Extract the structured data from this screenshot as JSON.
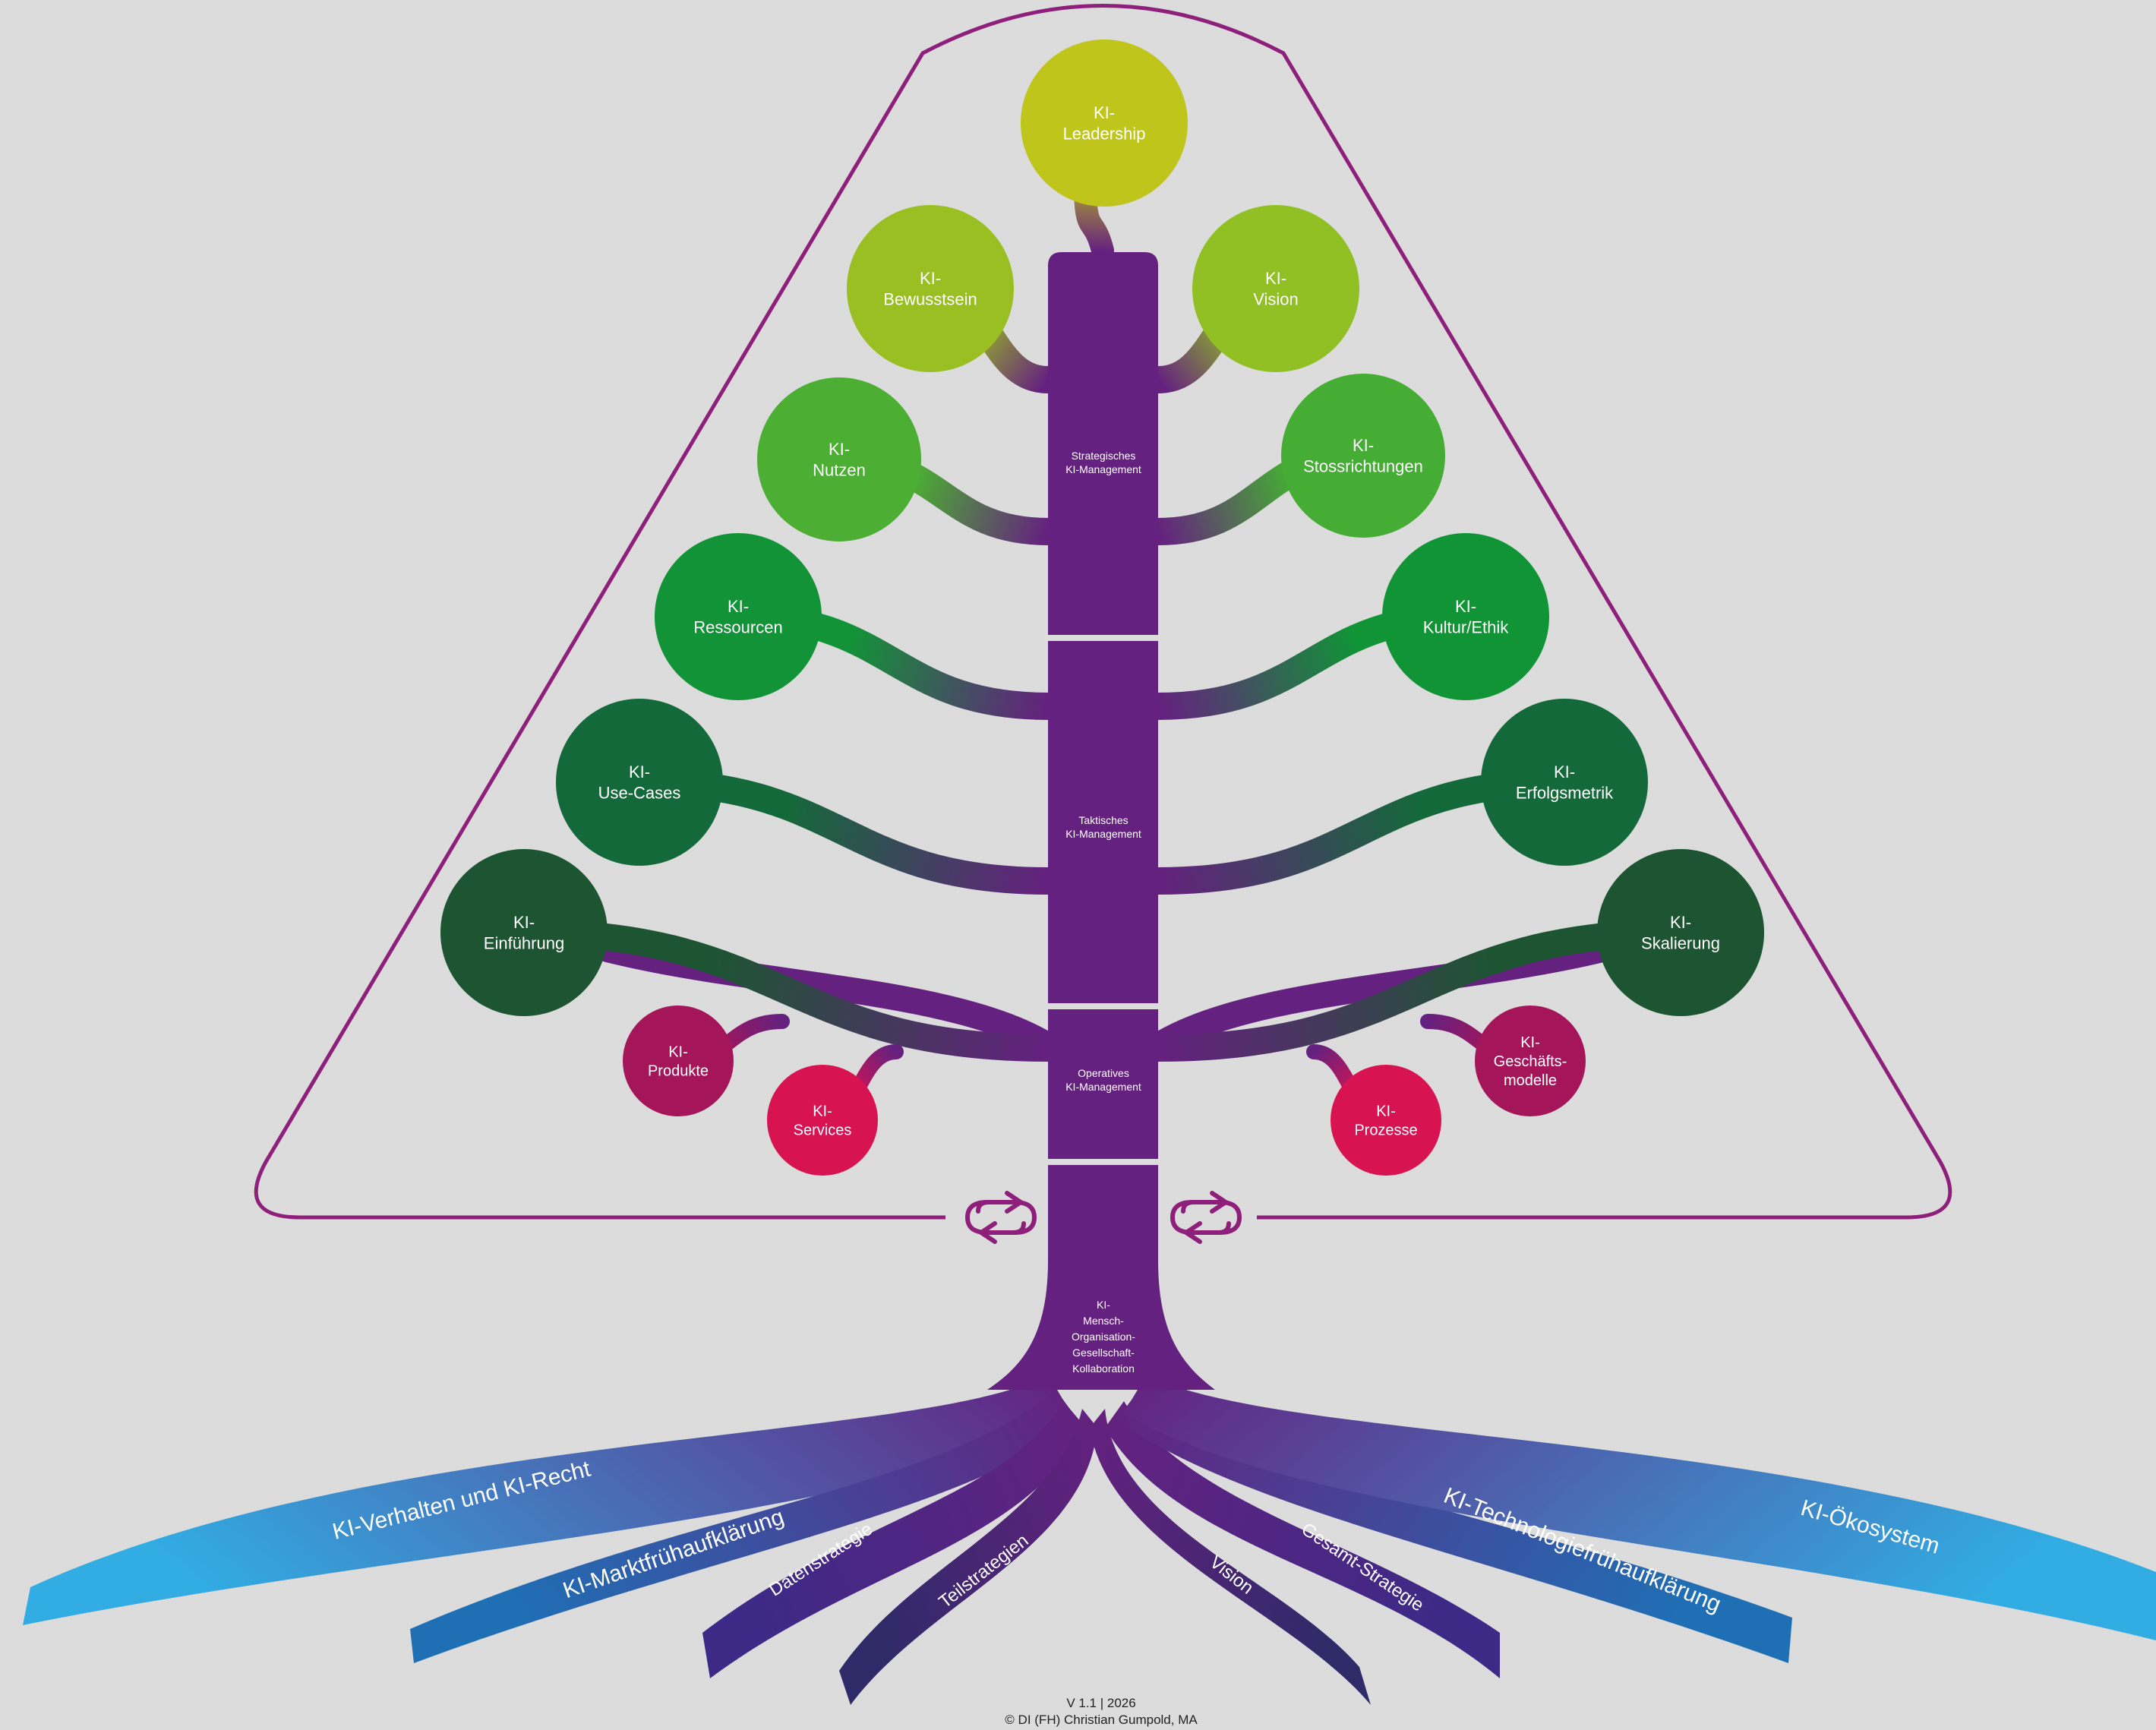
{
  "diagram": {
    "colors": {
      "background": "#dcdcdc",
      "trunk": "#65217f",
      "outline": "#8e1f7a",
      "root_light_blue": "#31ade3",
      "root_mid_blue": "#1f6fb5",
      "root_dark": "#3a2a72"
    },
    "trunk_sections": [
      {
        "id": "strategic",
        "lines": [
          "Strategisches",
          "KI-Management"
        ]
      },
      {
        "id": "tactical",
        "lines": [
          "Taktisches",
          "KI-Management"
        ]
      },
      {
        "id": "operative",
        "lines": [
          "Operatives",
          "KI-Management"
        ]
      }
    ],
    "trunk_base_label": [
      "KI-",
      "Mensch-",
      "Organisation-",
      "Gesellschaft-",
      "Kollaboration"
    ],
    "cycle_icons": [
      "cycle-icon-left",
      "cycle-icon-right"
    ],
    "nodes": [
      {
        "id": "leadership",
        "lines": [
          "KI-",
          "Leadership"
        ],
        "color": "#bfc51a"
      },
      {
        "id": "bewusstsein",
        "lines": [
          "KI-",
          "Bewusstsein"
        ],
        "color": "#9abf22"
      },
      {
        "id": "vision-top",
        "lines": [
          "KI-",
          "Vision"
        ],
        "color": "#90c024"
      },
      {
        "id": "nutzen",
        "lines": [
          "KI-",
          "Nutzen"
        ],
        "color": "#4cae33"
      },
      {
        "id": "stossrichtungen",
        "lines": [
          "KI-",
          "Stossrichtungen"
        ],
        "color": "#45ad34"
      },
      {
        "id": "ressourcen",
        "lines": [
          "KI-",
          "Ressourcen"
        ],
        "color": "#139337"
      },
      {
        "id": "kultur-ethik",
        "lines": [
          "KI-",
          "Kultur/Ethik"
        ],
        "color": "#109436"
      },
      {
        "id": "use-cases",
        "lines": [
          "KI-",
          "Use-Cases"
        ],
        "color": "#14693a"
      },
      {
        "id": "erfolgsmetrik",
        "lines": [
          "KI-",
          "Erfolgsmetrik"
        ],
        "color": "#14693a"
      },
      {
        "id": "einfuehrung",
        "lines": [
          "KI-",
          "Einführung"
        ],
        "color": "#1d5532"
      },
      {
        "id": "skalierung",
        "lines": [
          "KI-",
          "Skalierung"
        ],
        "color": "#1d5532"
      },
      {
        "id": "produkte",
        "lines": [
          "KI-",
          "Produkte"
        ],
        "color": "#a4155a"
      },
      {
        "id": "services",
        "lines": [
          "KI-",
          "Services"
        ],
        "color": "#d81352"
      },
      {
        "id": "prozesse",
        "lines": [
          "KI-",
          "Prozesse"
        ],
        "color": "#d81352"
      },
      {
        "id": "geschaeftsmodelle",
        "lines": [
          "KI-",
          "Geschäfts-",
          "modelle"
        ],
        "color": "#a4155a"
      }
    ],
    "roots": [
      {
        "id": "verhalten-recht",
        "label": "KI-Verhalten und KI-Recht",
        "color": "#31ade3"
      },
      {
        "id": "marktfruehaufklaerung",
        "label": "KI-Marktfrühaufklärung",
        "color": "#2174bb"
      },
      {
        "id": "datenstrategie",
        "label": "Datenstrategie",
        "color": "#46288a"
      },
      {
        "id": "teilstrategien",
        "label": "Teilstrategien",
        "color": "#3b2a70"
      },
      {
        "id": "vision-root",
        "label": "Vision",
        "color": "#3b2a70"
      },
      {
        "id": "gesamt-strategie",
        "label": "Gesamt-Strategie",
        "color": "#3d2a86"
      },
      {
        "id": "technologiefruehaufklaerung",
        "label": "KI-Technologiefrühaufklärung",
        "color": "#2174bb"
      },
      {
        "id": "oekosystem",
        "label": "KI-Ökosystem",
        "color": "#31ade3"
      }
    ],
    "footer": {
      "version": "V 1.1 | 2026",
      "author": "© DI (FH) Christian Gumpold, MA"
    }
  }
}
